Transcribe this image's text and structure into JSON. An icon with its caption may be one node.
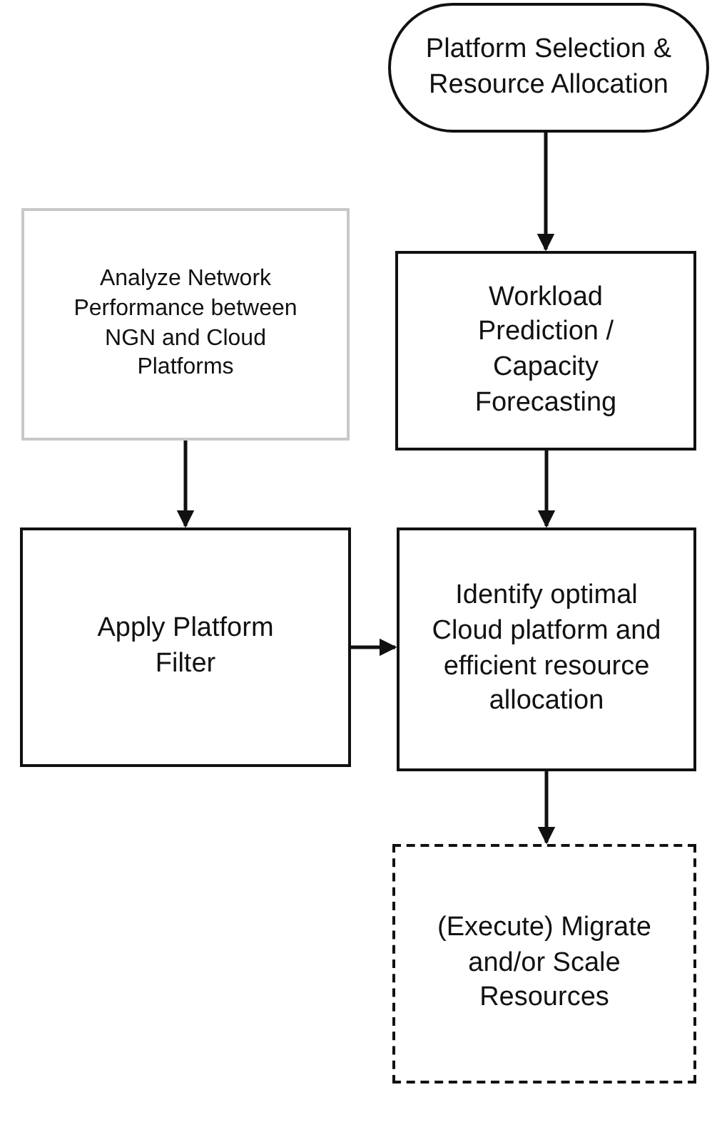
{
  "diagram": {
    "nodes": [
      {
        "text": [
          "Platform Selection & Resource Allocation"
        ]
      },
      {
        "text": [
          "Analyze Network Performance between NGN and Cloud Platforms"
        ]
      },
      {
        "text": [
          "Workload Prediction / Capacity Forecasting"
        ]
      },
      {
        "text": [
          "Apply Platform Filter"
        ]
      },
      {
        "text": [
          "Identify optimal Cloud platform and efficient resource allocation"
        ]
      },
      {
        "text": [
          "(Execute) Migrate and/or Scale Resources"
        ]
      }
    ],
    "edges": [
      {
        "from": 0,
        "to": 2,
        "arrow": "to"
      },
      {
        "from": 1,
        "to": 3,
        "arrow": "to"
      },
      {
        "from": 2,
        "to": 4,
        "arrow": "to"
      },
      {
        "from": 3,
        "to": 4,
        "arrow": "to"
      },
      {
        "from": 4,
        "to": 5,
        "arrow": "to"
      }
    ]
  }
}
